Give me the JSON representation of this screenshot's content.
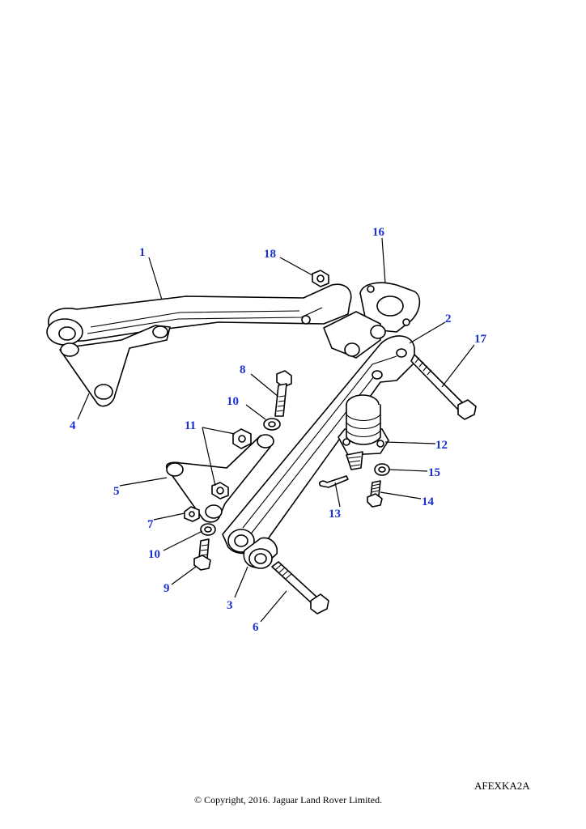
{
  "diagram": {
    "reference_code": "AFEXKA2A",
    "copyright": "© Copyright, 2016. Jaguar Land Rover Limited.",
    "callouts": [
      {
        "label": "1"
      },
      {
        "label": "2"
      },
      {
        "label": "3"
      },
      {
        "label": "4"
      },
      {
        "label": "5"
      },
      {
        "label": "6"
      },
      {
        "label": "7"
      },
      {
        "label": "8"
      },
      {
        "label": "9"
      },
      {
        "label": "10"
      },
      {
        "label": "10"
      },
      {
        "label": "11"
      },
      {
        "label": "12"
      },
      {
        "label": "13"
      },
      {
        "label": "14"
      },
      {
        "label": "15"
      },
      {
        "label": "16"
      },
      {
        "label": "17"
      },
      {
        "label": "18"
      }
    ],
    "callout_color": "#1a2fd6",
    "line_color": "#000000"
  }
}
